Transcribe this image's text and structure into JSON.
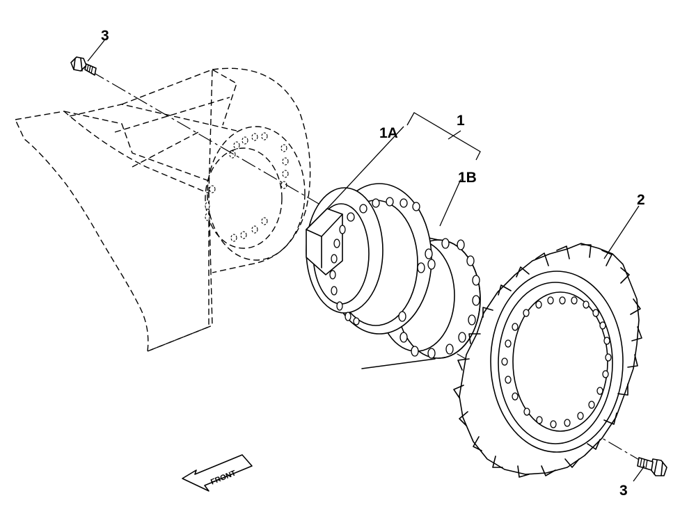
{
  "callouts": {
    "bolt_top": "3",
    "assembly": "1",
    "motor": "1A",
    "reducer": "1B",
    "sprocket": "2",
    "bolt_bottom": "3"
  },
  "front_arrow": "FRONT",
  "icons": {
    "front_arrow": "arrow-left-icon"
  }
}
